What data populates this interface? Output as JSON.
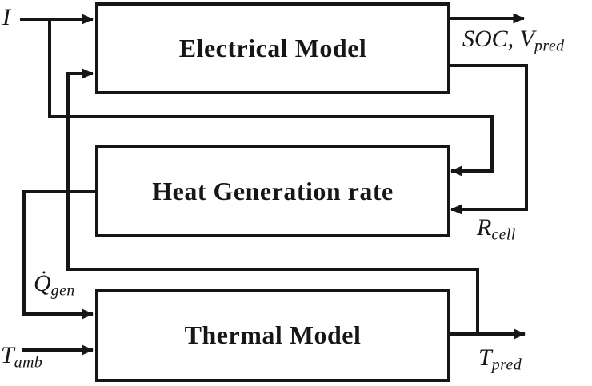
{
  "figure": {
    "background": "#ffffff",
    "line_color": "#161616",
    "blocks": [
      {
        "label": "Electrical Model"
      },
      {
        "label": "Heat Generation rate"
      },
      {
        "label": "Thermal Model"
      }
    ],
    "labels": {
      "current": {
        "base": "I",
        "sub": ""
      },
      "soc_vpred": {
        "base": "SOC, V",
        "sub": "pred"
      },
      "rcell": {
        "base": "R",
        "sub": "cell"
      },
      "qgen": {
        "base": "Q̇",
        "sub": "gen"
      },
      "tamb": {
        "base": "T",
        "sub": "amb"
      },
      "tpred": {
        "base": "T",
        "sub": "pred"
      }
    }
  }
}
